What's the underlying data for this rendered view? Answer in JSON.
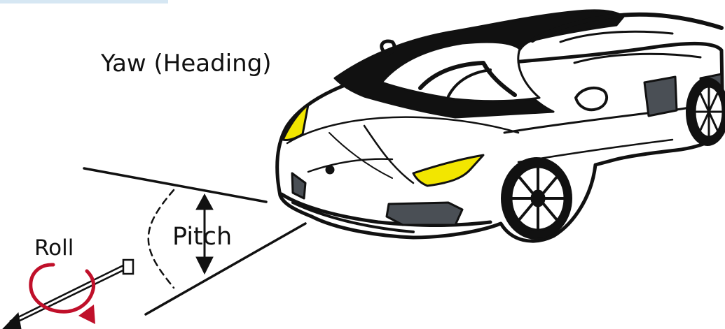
{
  "labels": {
    "yaw": "Yaw (Heading)",
    "pitch": "Pitch",
    "roll": "Roll"
  },
  "colors": {
    "ink": "#111111",
    "headlight": "#f2e600",
    "vent": "#4a4f55",
    "roll_arrow": "#c0102a",
    "car_body": "#ffffff",
    "top_strip": "#d6e7f3"
  },
  "icons": {
    "vehicle": "sports-car-icon",
    "pitch_indicator": "double-arrow-icon",
    "roll_indicator": "curved-arrow-icon"
  }
}
